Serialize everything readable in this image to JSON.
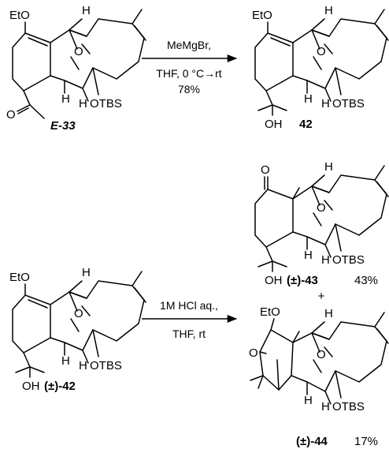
{
  "reaction1": {
    "reactant": {
      "label": "E-33",
      "groups": {
        "ethoxy": "EtO",
        "ring_o": "O",
        "carbonyl_o": "O",
        "h_top": "H",
        "h_mid1": "H",
        "h_mid2": "H",
        "otbs": "OTBS"
      }
    },
    "conditions": {
      "reagent": "MeMgBr,",
      "solvent_temp": "THF, 0 °C→rt",
      "yield": "78%"
    },
    "product": {
      "label": "42",
      "groups": {
        "ethoxy": "EtO",
        "ring_o": "O",
        "hydroxyl": "OH",
        "h_top": "H",
        "h_mid1": "H",
        "h_mid2": "H",
        "otbs": "OTBS"
      }
    }
  },
  "reaction2": {
    "reactant": {
      "label": "(±)-42",
      "groups": {
        "ethoxy": "EtO",
        "ring_o": "O",
        "hydroxyl": "OH",
        "h_top": "H",
        "h_mid1": "H",
        "h_mid2": "H",
        "otbs": "OTBS"
      }
    },
    "conditions": {
      "reagent": "1M HCl aq.,",
      "solvent_temp": "THF, rt"
    },
    "plus": "+",
    "product_a": {
      "label": "(±)-43",
      "yield": "43%",
      "groups": {
        "ketone_o": "O",
        "ring_o": "O",
        "hydroxyl": "OH",
        "h_top": "H",
        "h_mid1": "H",
        "h_mid2": "H",
        "otbs": "OTBS"
      }
    },
    "product_b": {
      "label": "(±)-44",
      "yield": "17%",
      "groups": {
        "ethoxy": "EtO",
        "pyran_o": "O",
        "ring_o": "O",
        "h_top": "H",
        "h_mid1": "H",
        "h_mid2": "H",
        "otbs": "OTBS"
      }
    }
  }
}
